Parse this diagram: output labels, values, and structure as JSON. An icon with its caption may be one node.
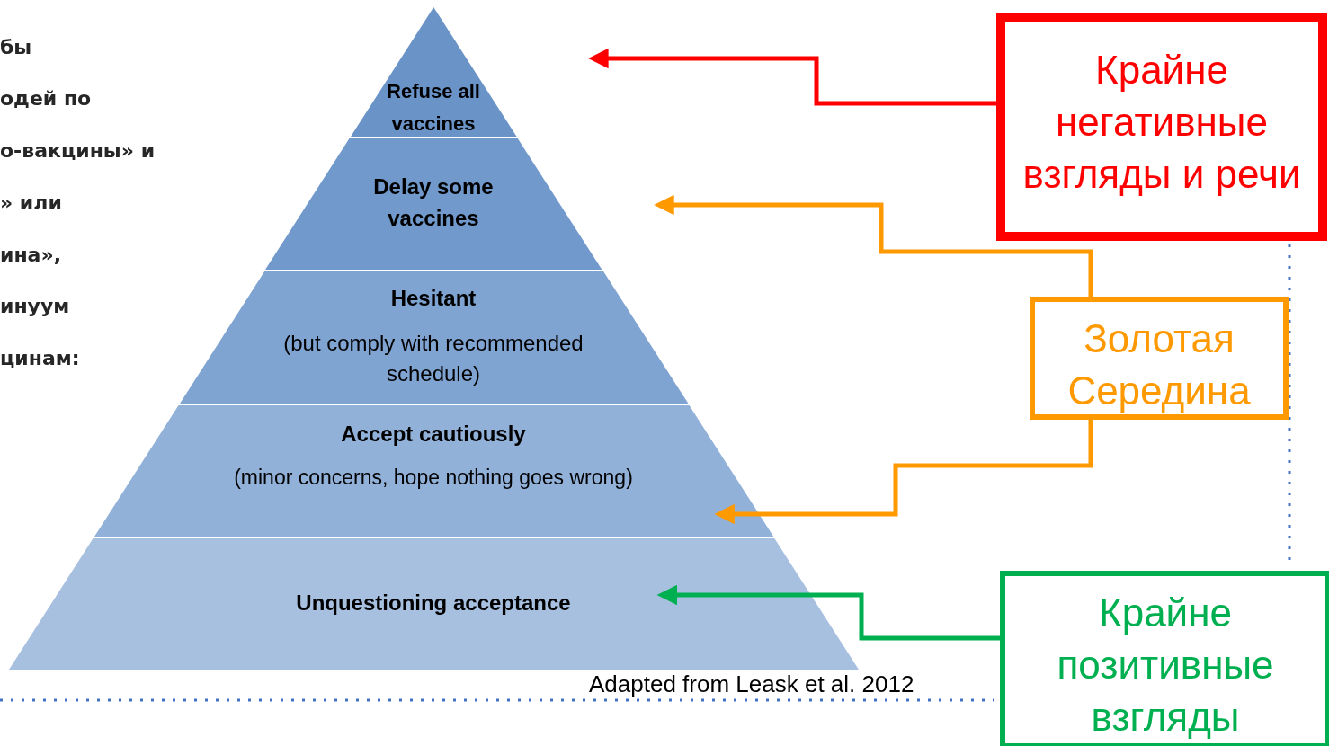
{
  "diagram": {
    "nodes": [
      {
        "text": [
          "Refuse all vaccines"
        ]
      },
      {
        "text": [
          "Delay some vaccines"
        ]
      },
      {
        "text": [
          "Hesitant",
          "(but comply with recommended schedule)"
        ]
      },
      {
        "text": [
          "Accept cautiously",
          "(minor concerns, hope nothing goes wrong)"
        ]
      },
      {
        "text": [
          "Unquestioning acceptance"
        ]
      },
      {
        "text": [
          "Крайне негативные взгляды и речи"
        ]
      },
      {
        "text": [
          "Золотая Середина"
        ]
      },
      {
        "text": [
          "Крайне позитивные взгляды"
        ]
      }
    ],
    "edges": [
      {
        "from": 5,
        "to": 0,
        "arrow": "to",
        "color": "#ff0000"
      },
      {
        "from": 6,
        "to": 1,
        "arrow": "to",
        "color": "#ff9900"
      },
      {
        "from": 6,
        "to": 3,
        "arrow": "to",
        "color": "#ff9900"
      },
      {
        "from": 7,
        "to": 4,
        "arrow": "to",
        "color": "#00b050"
      }
    ],
    "labels": [
      "бы",
      "одей по",
      "о-вакцины» и",
      "» или",
      "ина»,",
      "инуум",
      "цинам:",
      "Adapted from Leask et al. 2012"
    ]
  }
}
